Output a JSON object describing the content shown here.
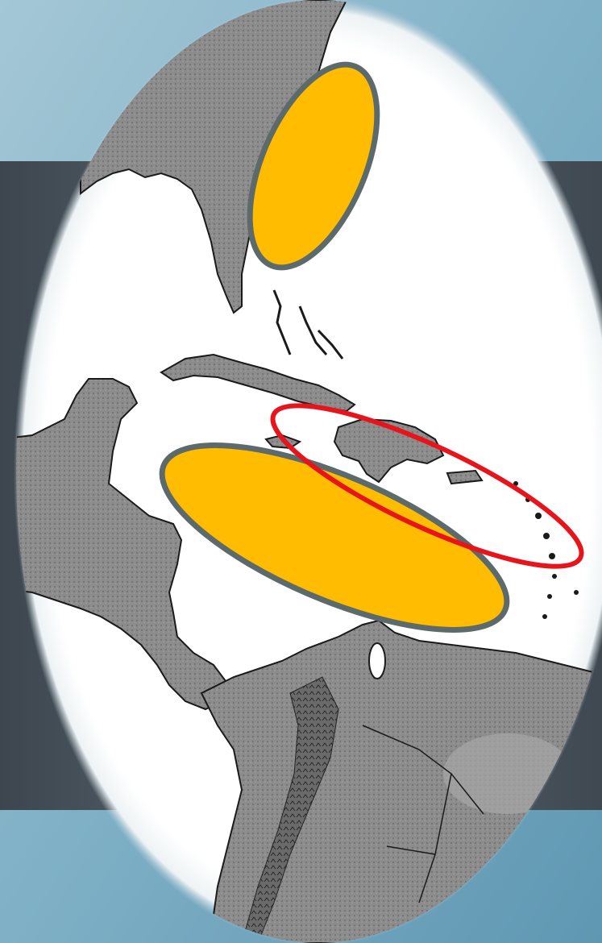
{
  "colors": {
    "background_top": "#8fb8cc",
    "background_bottom": "#6fa4bd",
    "band_dark": "#55606a",
    "oval_fill": "#ffffff",
    "land": "#8a8a8a",
    "land_dark": "#5e5e5e",
    "coastline": "#1a1a1a",
    "highlight_fill": "#ffbc00",
    "highlight_stroke": "#5c6a6c",
    "outline_red": "#e8141b"
  },
  "map": {
    "regions": [
      "florida-us-east-coast",
      "bahamas",
      "cuba",
      "hispaniola",
      "puerto-rico",
      "lesser-antilles",
      "yucatan-peninsula",
      "central-america",
      "south-america"
    ],
    "markers": [
      {
        "name": "atlantic-coast-zone",
        "kind": "filled-ellipse"
      },
      {
        "name": "caribbean-sea-zone",
        "kind": "filled-ellipse"
      },
      {
        "name": "greater-antilles-zone",
        "kind": "outlined-ellipse"
      }
    ]
  }
}
